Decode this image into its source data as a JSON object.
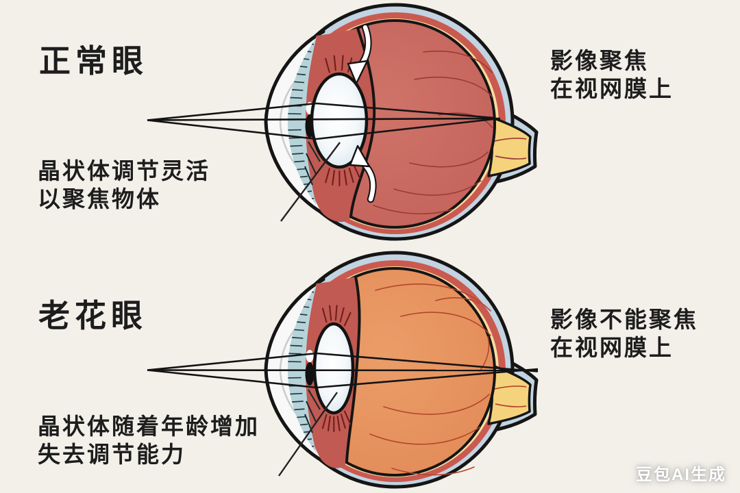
{
  "page": {
    "background": "#f3f0ea",
    "text_color": "#1d1d1d"
  },
  "sections": [
    {
      "id": "normal-eye",
      "title": "正常眼",
      "focus_label": [
        "影像聚焦",
        "在视网膜上"
      ],
      "lens_caption": [
        "晶状体调节灵活",
        "以聚焦物体"
      ]
    },
    {
      "id": "presbyopic-eye",
      "title": "老花眼",
      "focus_label": [
        "影像不能聚焦",
        "在视网膜上"
      ],
      "lens_caption": [
        "晶状体随着年龄增加",
        "失去调节能力"
      ]
    }
  ],
  "watermark": {
    "text": "豆包AI生成"
  },
  "colors": {
    "sclera": "#c2d3e1",
    "ring_red": "#ca5a50",
    "choroid_yellow": "#f6dea0",
    "optic_nerve_yellow": "#f5d37c",
    "interior_band_normal": "#bc5853",
    "interior_band_presbyopic": "#cd665a",
    "vitreous_normal": "#c7685f",
    "vitreous_presbyopic": "#e8965f",
    "vein_normal": "#9a3a33",
    "vein_presbyopic": "#b4452c",
    "ciliary_red": "#c05a52",
    "iris_blue": "#b7d3da",
    "cornea_white": "#f7f8f7",
    "outline_black": "#151515"
  }
}
